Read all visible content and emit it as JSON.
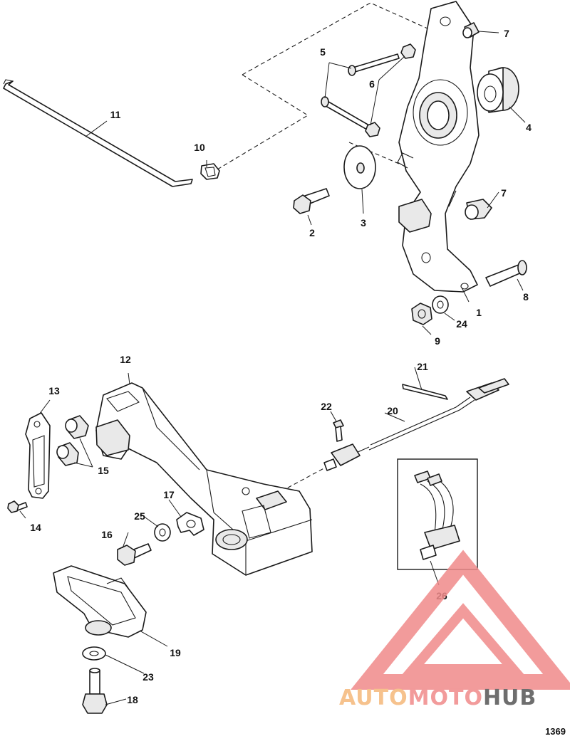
{
  "callouts": {
    "c1": "1",
    "c2": "2",
    "c3": "3",
    "c4": "4",
    "c5": "5",
    "c6": "6",
    "c7a": "7",
    "c7b": "7",
    "c8": "8",
    "c9": "9",
    "c10": "10",
    "c11": "11",
    "c12": "12",
    "c13": "13",
    "c14": "14",
    "c15": "15",
    "c16": "16",
    "c17": "17",
    "c18": "18",
    "c19": "19",
    "c20": "20",
    "c21": "21",
    "c22": "22",
    "c23": "23",
    "c24": "24",
    "c25": "25",
    "c26": "26"
  },
  "figure_id": "1369",
  "watermark": {
    "part1": "AUTO",
    "part2": "MOTO",
    "part3": "HUB",
    "color_primary": "#f08a8a",
    "color_accent": "#f5b87a",
    "color_dark": "#555555"
  }
}
